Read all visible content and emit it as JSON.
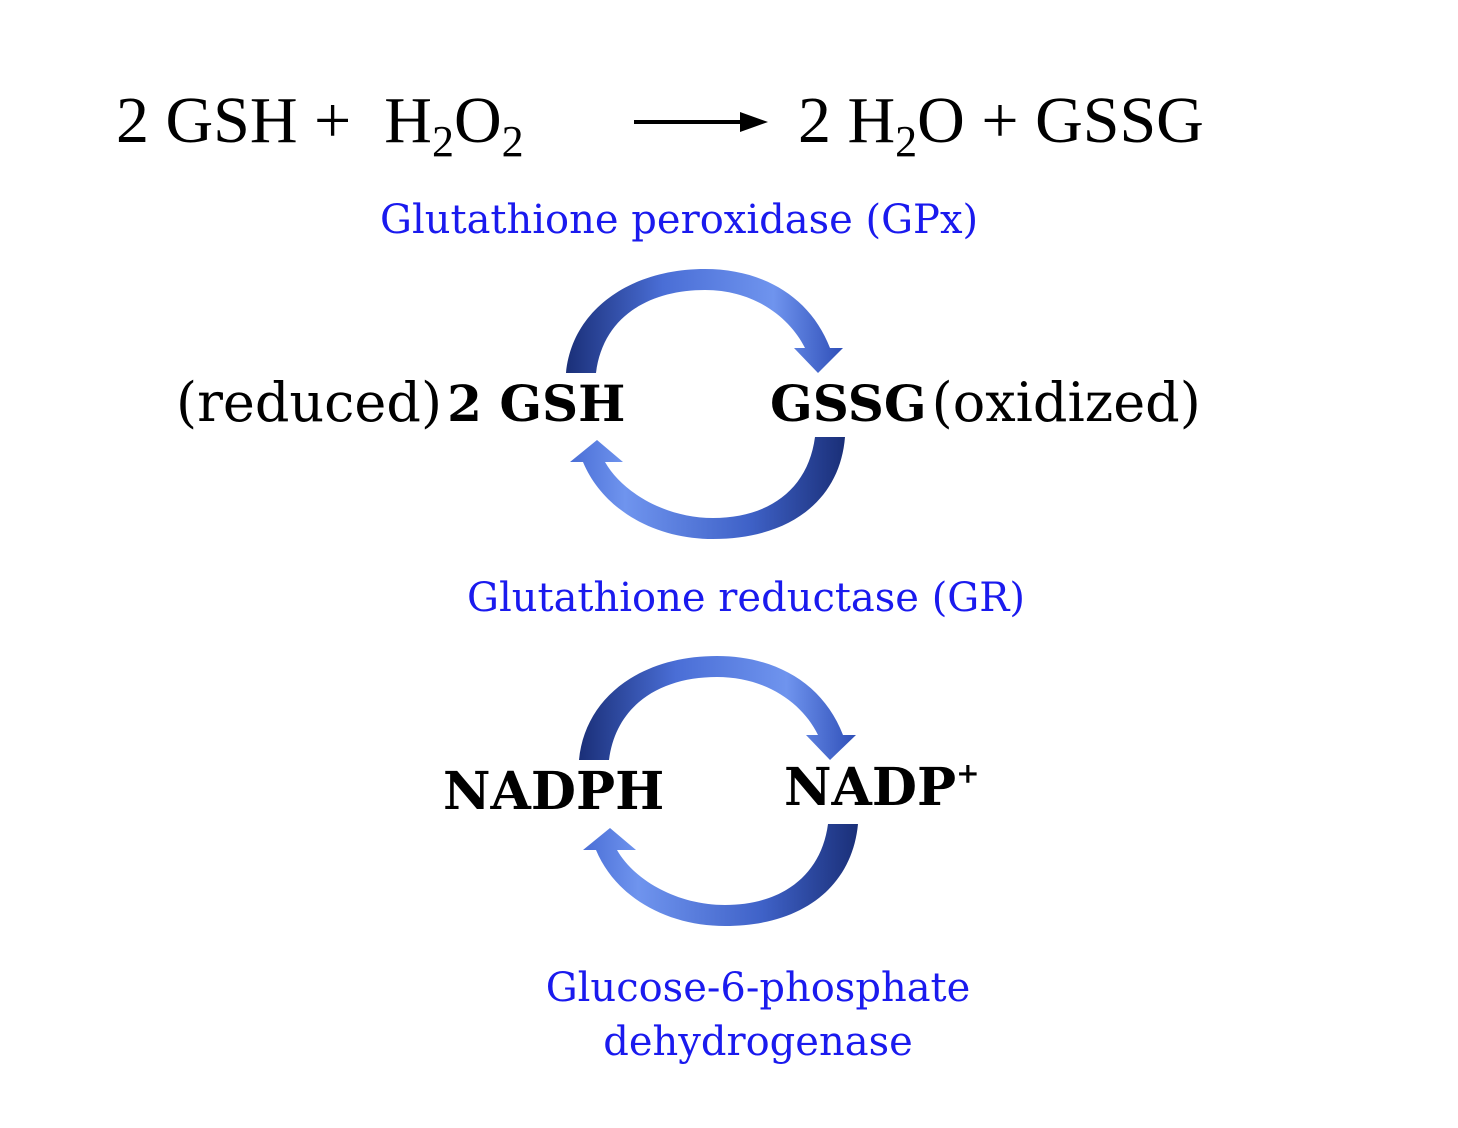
{
  "equation": {
    "lhs_coef": "2",
    "lhs_species1": "GSH",
    "plus1": "+",
    "lhs_h": "H",
    "lhs_sub1": "2",
    "lhs_o": "O",
    "lhs_sub2": "2",
    "rhs_coef": "2",
    "rhs_h": "H",
    "rhs_sub": "2",
    "rhs_o": "O",
    "plus2": "+",
    "rhs_species2": "GSSG"
  },
  "enzymes": {
    "gpx": "Glutathione peroxidase (GPx)",
    "gr": "Glutathione reductase (GR)",
    "g6pd_line1": "Glucose-6-phosphate",
    "g6pd_line2": "dehydrogenase"
  },
  "cycle1": {
    "left_prefix": "(reduced)",
    "left_bold": "2 GSH",
    "right_bold": "GSSG",
    "right_suffix": "(oxidized)"
  },
  "cycle2": {
    "left_bold": "NADPH",
    "right_bold": "NADP",
    "right_sup": "+"
  },
  "colors": {
    "enzyme_text": "#1a1aee",
    "arrow_light": "#6f94ee",
    "arrow_dark": "#1a2f78"
  }
}
